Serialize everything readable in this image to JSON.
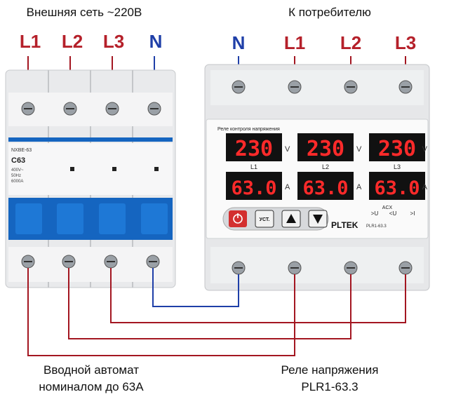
{
  "captions": {
    "top_left": "Внешняя сеть ~220В",
    "top_right": "К потребителю",
    "bottom_left_1": "Вводной автомат",
    "bottom_left_2": "номиналом до 63А",
    "bottom_right_1": "Реле напряжения",
    "bottom_right_2": "PLR1-63.3"
  },
  "input_lines": [
    "L1",
    "L2",
    "L3",
    "N"
  ],
  "output_lines": [
    "N",
    "L1",
    "L2",
    "L3"
  ],
  "breaker": {
    "model": "NXBE-63",
    "rating": "C63",
    "specs": [
      "400V~",
      "50Hz",
      "6000A"
    ]
  },
  "relay": {
    "title": "Реле контроля напряжения",
    "brand": "PLTEK",
    "model_text": "PLR1-63.3",
    "voltage_readings": [
      "230",
      "230",
      "230"
    ],
    "current_readings": [
      "63.0",
      "63.0",
      "63.0"
    ],
    "voltage_unit": "V",
    "current_unit": "A",
    "phase_labels": [
      "L1",
      "L2",
      "L3"
    ],
    "buttons": {
      "set": "УСТ."
    },
    "indicator_labels": [
      "ACX",
      ">U",
      "<U",
      ">I"
    ]
  },
  "colors": {
    "phase_wire": "#a31621",
    "neutral_wire": "#1f3fa8",
    "label_red": "#b5202a",
    "label_blue": "#1f3fa8",
    "breaker_blue": "#1565c0",
    "display_red": "#ff2a2a"
  }
}
